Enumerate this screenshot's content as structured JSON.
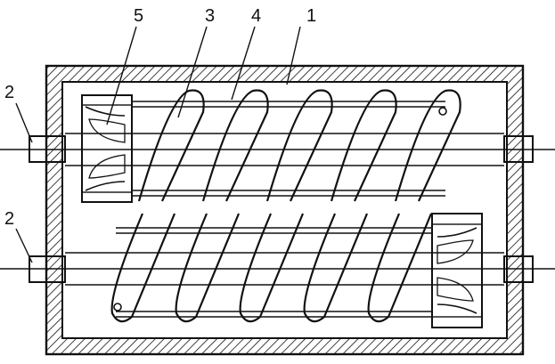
{
  "callouts": {
    "housing": "1",
    "shaft_top": "2",
    "shaft_bottom": "2",
    "spiral_blade": "3",
    "rod": "4",
    "end_cap": "5"
  },
  "colors": {
    "ink": "#111111",
    "background": "#ffffff"
  }
}
